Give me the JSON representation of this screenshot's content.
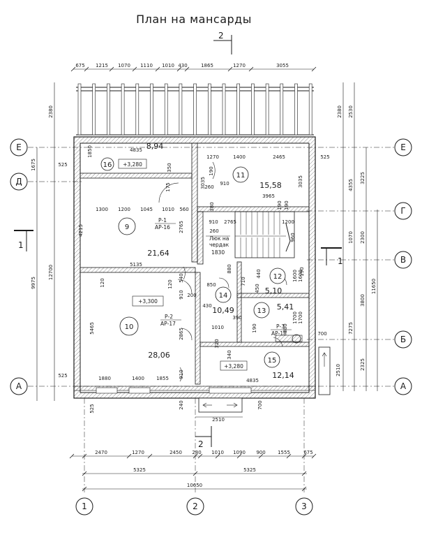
{
  "title": "План на мансарды",
  "section_marks": {
    "top": "2",
    "bottom": "2",
    "left": "1",
    "right": "1"
  },
  "axes": {
    "rows": [
      "Е",
      "Д",
      "Г",
      "В",
      "Б",
      "А"
    ],
    "cols": [
      "1",
      "2",
      "3"
    ]
  },
  "dims": {
    "top_chain": [
      "675",
      "1215",
      "1070",
      "1110",
      "1010",
      "430",
      "1865",
      "1270",
      "3055"
    ],
    "bottom_chain": [
      "2470",
      "1270",
      "2450",
      "280",
      "1010",
      "1090",
      "900",
      "1555",
      "675"
    ],
    "bottom_halves": [
      "5325",
      "5325"
    ],
    "bottom_total": "10650",
    "left_chain": [
      "2380",
      "1675",
      "12700",
      "9975"
    ],
    "left_inner": [
      "4215",
      "5465",
      "525",
      "525",
      "525"
    ],
    "right_chain": [
      "2380",
      "2530",
      "4355",
      "1070",
      "7275",
      "2325",
      "3225",
      "2300",
      "3800",
      "11650",
      "2510"
    ],
    "right_inner": [
      "3035",
      "1600",
      "1700",
      "2510"
    ],
    "inner": [
      "4835",
      "1270",
      "1400",
      "2465",
      "525",
      "1850",
      "350",
      "175",
      "910",
      "260",
      "3035",
      "3965",
      "1300",
      "1200",
      "1045",
      "1010",
      "560",
      "380",
      "190",
      "190",
      "910",
      "2765",
      "1200",
      "260",
      "2765",
      "5135",
      "880",
      "850",
      "710",
      "450",
      "120",
      "200",
      "540",
      "910",
      "440",
      "1600",
      "190",
      "430",
      "390",
      "1010",
      "190",
      "1700",
      "380",
      "700",
      "340",
      "320",
      "2865",
      "1880",
      "1400",
      "1855",
      "910",
      "4835",
      "240",
      "700",
      "2510",
      "120",
      "190",
      "960"
    ]
  },
  "rooms": [
    {
      "num": "16",
      "area": "8,94",
      "level": "+3,280"
    },
    {
      "num": "11",
      "area": "15,58"
    },
    {
      "num": "9",
      "area": "21,64"
    },
    {
      "num": "12",
      "area": "5,10"
    },
    {
      "num": "14",
      "area": "10,49"
    },
    {
      "num": "13",
      "area": "5,41"
    },
    {
      "num": "10",
      "area": "28,06",
      "level": "+3,300"
    },
    {
      "num": "15",
      "area": "12,14",
      "level": "+3,280"
    }
  ],
  "doors": [
    {
      "mark": "Р-1",
      "sub": "АР-16"
    },
    {
      "mark": "Р-2",
      "sub": "АР-17"
    },
    {
      "mark": "Р-3",
      "sub": "АР-18"
    }
  ],
  "hatch": {
    "label1": "Люк на",
    "label2": "чердак",
    "size": "1830"
  }
}
